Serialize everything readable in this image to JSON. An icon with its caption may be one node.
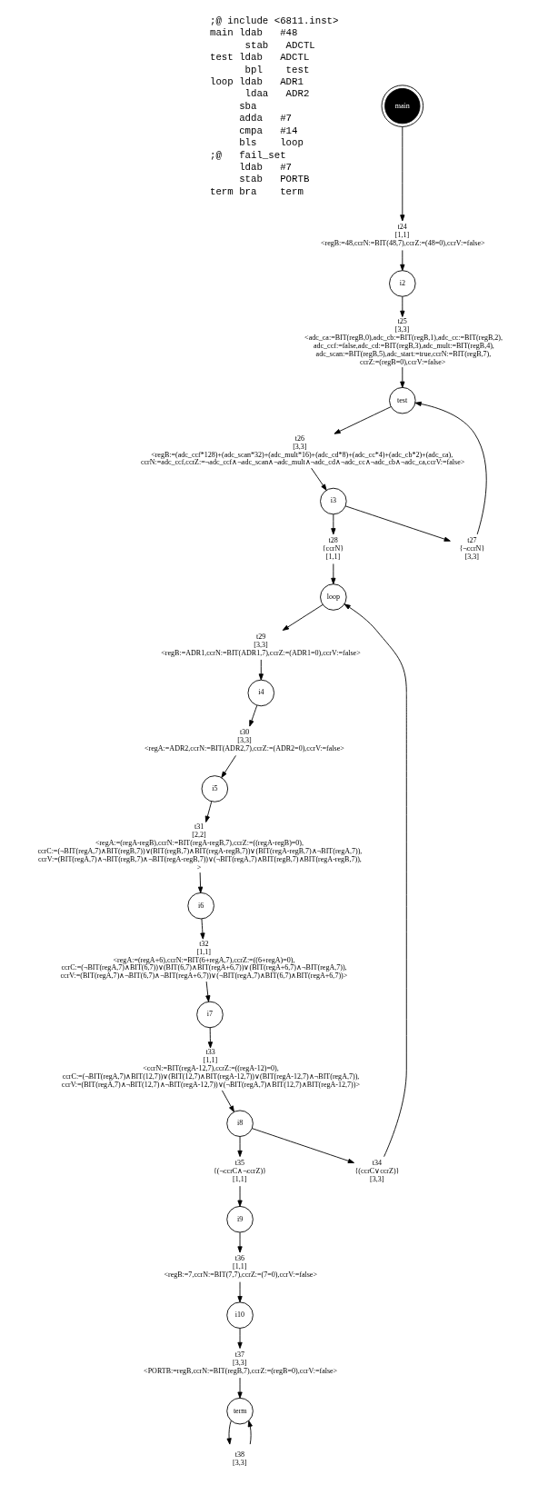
{
  "diagram": {
    "nodes": [
      {
        "text": [
          "main"
        ]
      },
      {
        "text": [
          "t24",
          "[1,1]",
          "<regB:=48,ccrN:=BIT(48,7),ccrZ:=(48=0),ccrV:=false>"
        ]
      },
      {
        "text": [
          "i2"
        ]
      },
      {
        "text": [
          "t25",
          "[3,3]",
          "<adc_ca:=BIT(regB,0),adc_cb:=BIT(regB,1),adc_cc:=BIT(regB,2), adc_ccf:=false,adc_cd:=BIT(regB,3),adc_mult:=BIT(regB,4), adc_scan:=BIT(regB,5),adc_start:=true,ccrN:=BIT(regB,7), ccrZ:=(regB=0),ccrV:=false>"
        ]
      },
      {
        "text": [
          "test"
        ]
      },
      {
        "text": [
          "t26",
          "[3,3]",
          "<regB:=(adc_ccf*128)+(adc_scan*32)+(adc_mult*16)+(adc_cd*8)+(adc_cc*4)+(adc_cb*2)+(adc_ca), ccrN:=adc_ccf,ccrZ:=¬adc_ccf∧¬adc_scan∧¬adc_mult∧¬adc_cd∧¬adc_cc∧¬adc_cb∧¬adc_ca,ccrV:=false>"
        ]
      },
      {
        "text": [
          "i3"
        ]
      },
      {
        "text": [
          "t28",
          "{ccrN}",
          "[1,1]"
        ]
      },
      {
        "text": [
          "t27",
          "{¬ccrN}",
          "[3,3]"
        ]
      },
      {
        "text": [
          "loop"
        ]
      },
      {
        "text": [
          "t29",
          "[3,3]",
          "<regB:=ADR1,ccrN:=BIT(ADR1,7),ccrZ:=(ADR1=0),ccrV:=false>"
        ]
      },
      {
        "text": [
          "i4"
        ]
      },
      {
        "text": [
          "t30",
          "[3,3]",
          "<regA:=ADR2,ccrN:=BIT(ADR2,7),ccrZ:=(ADR2=0),ccrV:=false>"
        ]
      },
      {
        "text": [
          "i5"
        ]
      },
      {
        "text": [
          "t31",
          "[2,2]",
          "<regA:=(regA-regB),ccrN:=BIT(regA-regB,7),ccrZ:=((regA-regB)=0), ccrC:=(¬BIT(regA,7)∧BIT(regB,7))∨(BIT(regB,7)∧BIT(regA-regB,7))∨(BIT(regA-regB,7)∧¬BIT(regA,7)), ccrV:=(BIT(regA,7)∧¬BIT(regB,7)∧¬BIT(regA-regB,7))∨(¬BIT(regA,7)∧BIT(regB,7)∧BIT(regA-regB,7)), >"
        ]
      },
      {
        "text": [
          "i6"
        ]
      },
      {
        "text": [
          "t32",
          "[1,1]",
          "<regA:=(regA+6),ccrN:=BIT(6+regA,7),ccrZ:=((6+regA)=0), ccrC:=(¬BIT(regA,7)∧BIT(6,7))∨(BIT(6,7)∧BIT(regA+6,7))∨(BIT(regA+6,7)∧¬BIT(regA,7)), ccrV:=(BIT(regA,7)∧¬BIT(6,7)∧¬BIT(regA+6,7))∨(¬BIT(regA,7)∧BIT(6,7)∧BIT(regA+6,7))>"
        ]
      },
      {
        "text": [
          "i7"
        ]
      },
      {
        "text": [
          "t33",
          "[1,1]",
          "<ccrN:=BIT(regA-12,7),ccrZ:=((regA-12)=0), ccrC:=(¬BIT(regA,7)∧BIT(12,7))∨(BIT(12,7)∧BIT(regA-12,7))∨(BIT(regA-12,7)∧¬BIT(regA,7)), ccrV:=(BIT(regA,7)∧¬BIT(12,7)∧¬BIT(regA-12,7))∨(¬BIT(regA,7)∧BIT(12,7)∧BIT(regA-12,7))>"
        ]
      },
      {
        "text": [
          "i8"
        ]
      },
      {
        "text": [
          "t35",
          "{(¬ccrC∧¬ccrZ)}",
          "[1,1]"
        ]
      },
      {
        "text": [
          "t34",
          "{(ccrC∨ccrZ)}",
          "[3,3]"
        ]
      },
      {
        "text": [
          "i9"
        ]
      },
      {
        "text": [
          "t36",
          "[1,1]",
          "<regB:=7,ccrN:=BIT(7,7),ccrZ:=(7=0),ccrV:=false>"
        ]
      },
      {
        "text": [
          "i10"
        ]
      },
      {
        "text": [
          "t37",
          "[3,3]",
          "<PORTB:=regB,ccrN:=BIT(regB,7),ccrZ:=(regB=0),ccrV:=false>"
        ]
      },
      {
        "text": [
          "term"
        ]
      },
      {
        "text": [
          "t38",
          "[3,3]"
        ]
      }
    ],
    "edges": [
      {
        "from": 0,
        "to": 1,
        "arrow": "to"
      },
      {
        "from": 1,
        "to": 2,
        "arrow": "to"
      },
      {
        "from": 2,
        "to": 3,
        "arrow": "to"
      },
      {
        "from": 3,
        "to": 4,
        "arrow": "to"
      },
      {
        "from": 4,
        "to": 5,
        "arrow": "to"
      },
      {
        "from": 5,
        "to": 6,
        "arrow": "to"
      },
      {
        "from": 6,
        "to": 7,
        "arrow": "to"
      },
      {
        "from": 6,
        "to": 8,
        "arrow": "to"
      },
      {
        "from": 8,
        "to": 4,
        "arrow": "to"
      },
      {
        "from": 7,
        "to": 9,
        "arrow": "to"
      },
      {
        "from": 9,
        "to": 10,
        "arrow": "to"
      },
      {
        "from": 10,
        "to": 11,
        "arrow": "to"
      },
      {
        "from": 11,
        "to": 12,
        "arrow": "to"
      },
      {
        "from": 12,
        "to": 13,
        "arrow": "to"
      },
      {
        "from": 13,
        "to": 14,
        "arrow": "to"
      },
      {
        "from": 14,
        "to": 15,
        "arrow": "to"
      },
      {
        "from": 15,
        "to": 16,
        "arrow": "to"
      },
      {
        "from": 16,
        "to": 17,
        "arrow": "to"
      },
      {
        "from": 17,
        "to": 18,
        "arrow": "to"
      },
      {
        "from": 18,
        "to": 19,
        "arrow": "to"
      },
      {
        "from": 19,
        "to": 20,
        "arrow": "to"
      },
      {
        "from": 19,
        "to": 21,
        "arrow": "to"
      },
      {
        "from": 21,
        "to": 9,
        "arrow": "to"
      },
      {
        "from": 20,
        "to": 22,
        "arrow": "to"
      },
      {
        "from": 22,
        "to": 23,
        "arrow": "to"
      },
      {
        "from": 23,
        "to": 24,
        "arrow": "to"
      },
      {
        "from": 24,
        "to": 25,
        "arrow": "to"
      },
      {
        "from": 25,
        "to": 26,
        "arrow": "to"
      },
      {
        "from": 26,
        "to": 27,
        "arrow": "to"
      },
      {
        "from": 27,
        "to": 26,
        "arrow": "to"
      }
    ],
    "labels": [
      ";@ include <6811.inst>",
      "main ldab   #48",
      "      stab   ADCTL",
      "test ldab   ADCTL",
      "      bpl    test",
      "loop ldab   ADR1",
      "      ldaa   ADR2",
      "     sba",
      "     adda   #7",
      "     cmpa   #14",
      "     bls    loop",
      ";@   fail_set",
      "     ldab   #7",
      "     stab   PORTB",
      "term bra    term"
    ]
  }
}
